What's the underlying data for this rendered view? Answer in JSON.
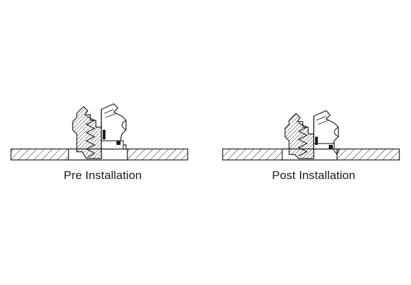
{
  "diagram": {
    "panels": [
      {
        "id": "pre",
        "caption": "Pre Installation"
      },
      {
        "id": "post",
        "caption": "Post Installation"
      }
    ],
    "colors": {
      "line": "#1a1a1a",
      "background": "#ffffff"
    }
  }
}
